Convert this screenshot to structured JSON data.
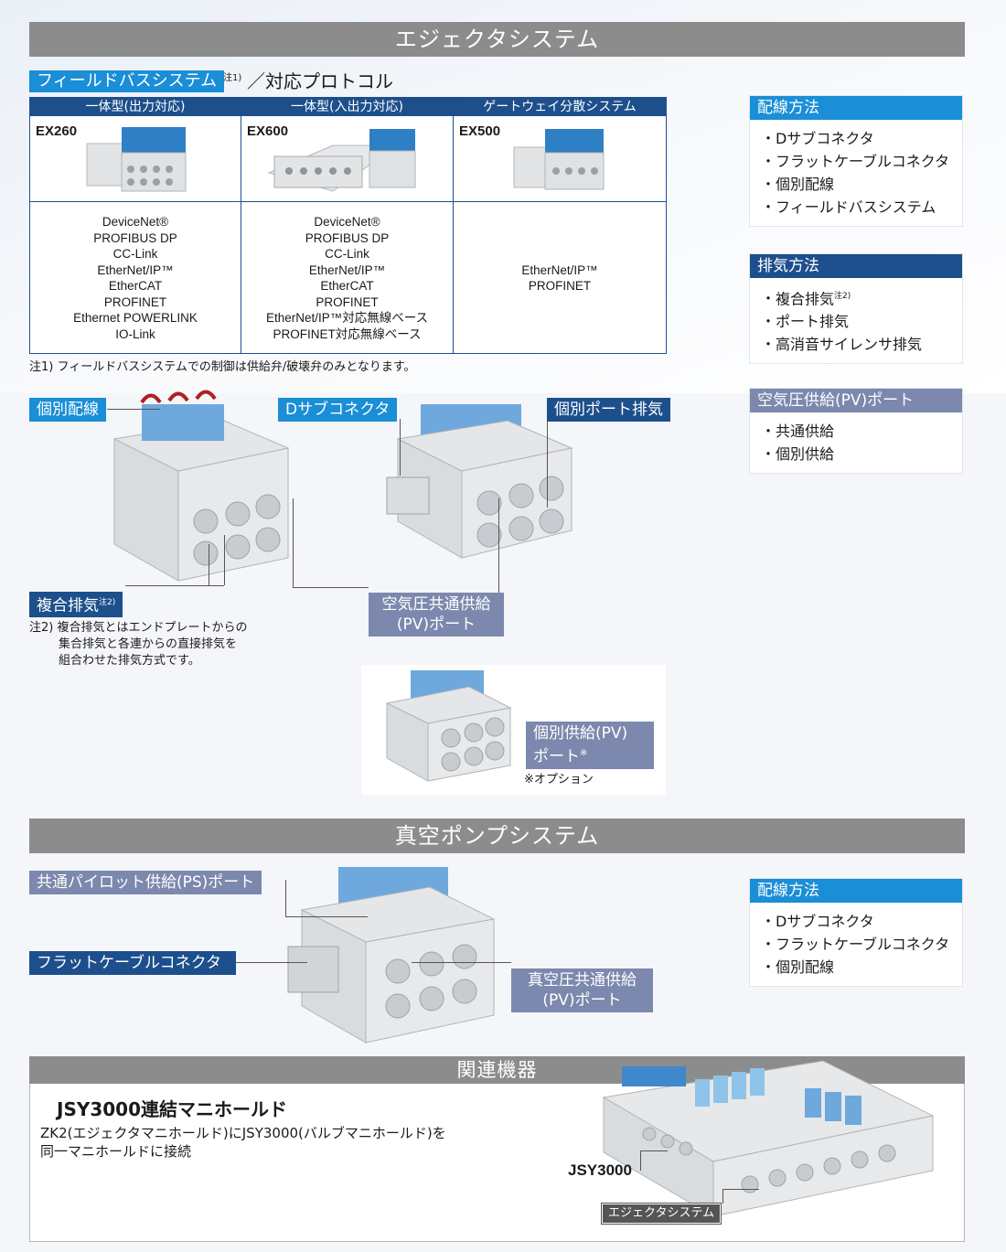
{
  "ejector": {
    "title": "エジェクタシステム",
    "fieldbus_tag": "フィールドバスシステム",
    "fieldbus_note_mark": "注1)",
    "fieldbus_suffix": "／対応プロトコル",
    "columns": [
      {
        "header": "一体型(出力対応)",
        "model": "EX260",
        "protocols": [
          "DeviceNet®",
          "PROFIBUS DP",
          "CC-Link",
          "EtherNet/IP™",
          "EtherCAT",
          "PROFINET",
          "Ethernet POWERLINK",
          "IO-Link"
        ]
      },
      {
        "header": "一体型(入出力対応)",
        "model": "EX600",
        "protocols": [
          "DeviceNet®",
          "PROFIBUS DP",
          "CC-Link",
          "EtherNet/IP™",
          "EtherCAT",
          "PROFINET",
          "EtherNet/IP™対応無線ベース",
          "PROFINET対応無線ベース"
        ]
      },
      {
        "header": "ゲートウェイ分散システム",
        "model": "EX500",
        "protocols": [
          "EtherNet/IP™",
          "PROFINET"
        ]
      }
    ],
    "note1": "注1) フィールドバスシステムでの制御は供給弁/破壊弁のみとなります。",
    "label_individual_wiring": "個別配線",
    "label_dsub": "Dサブコネクタ",
    "label_individual_port_exhaust": "個別ポート排気",
    "label_composite_exhaust": "複合排気",
    "label_composite_exhaust_mark": "注2)",
    "note2_lines": [
      "注2) 複合排気とはエンドプレートからの",
      "集合排気と各連からの直接排気を",
      "組合わせた排気方式です。"
    ],
    "label_pv_common_lines": [
      "空気圧共通供給",
      "(PV)ポート"
    ],
    "label_pv_individual_lines": [
      "個別供給(PV)",
      "ポート"
    ],
    "label_pv_individual_mark": "※",
    "option_note": "※オプション",
    "side": {
      "wiring": {
        "title": "配線方法",
        "items": [
          "Dサブコネクタ",
          "フラットケーブルコネクタ",
          "個別配線",
          "フィールドバスシステム"
        ]
      },
      "exhaust": {
        "title": "排気方法",
        "items": [
          "複合排気",
          "ポート排気",
          "高消音サイレンサ排気"
        ],
        "first_item_mark": "注2)"
      },
      "supply": {
        "title": "空気圧供給(PV)ポート",
        "items": [
          "共通供給",
          "個別供給"
        ]
      }
    }
  },
  "vacuum": {
    "title": "真空ポンプシステム",
    "label_ps_port": "共通パイロット供給(PS)ポート",
    "label_flat_cable": "フラットケーブルコネクタ",
    "label_vacuum_pv_lines": [
      "真空圧共通供給",
      "(PV)ポート"
    ],
    "side": {
      "title": "配線方法",
      "items": [
        "Dサブコネクタ",
        "フラットケーブルコネクタ",
        "個別配線"
      ]
    }
  },
  "related": {
    "title": "関連機器",
    "heading": "JSY3000連結マニホールド",
    "desc_lines": [
      "ZK2(エジェクタマニホールド)にJSY3000(バルブマニホールド)を",
      "同一マニホールドに接続"
    ],
    "label_jsy": "JSY3000",
    "label_ejector": "エジェクタシステム"
  },
  "colors": {
    "blue": "#1a8ed6",
    "navy": "#1d4f8c",
    "lavender": "#7c88ad",
    "gray_bar": "#8c8c8c"
  }
}
